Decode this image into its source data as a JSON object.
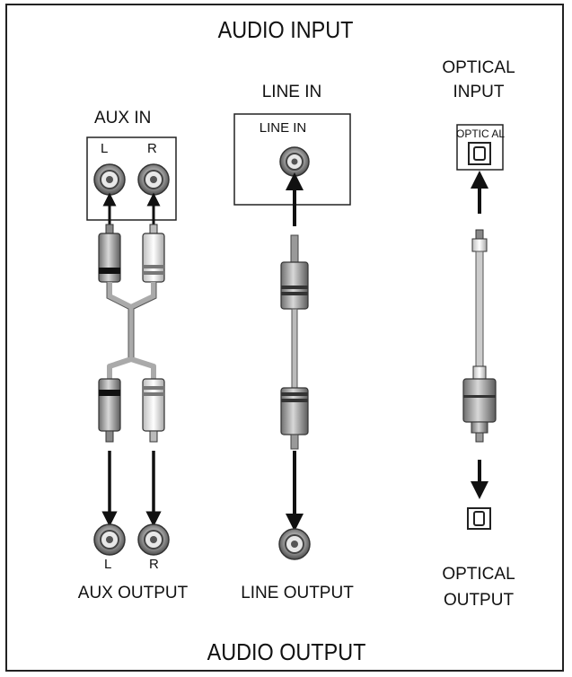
{
  "title_top": "AUDIO INPUT",
  "title_bottom": "AUDIO OUTPUT",
  "aux": {
    "in_label": "AUX IN",
    "left": "L",
    "right": "R",
    "out_left": "L",
    "out_right": "R",
    "output_label": "AUX OUTPUT"
  },
  "line": {
    "in_label": "LINE IN",
    "box_label": "LINE IN",
    "output_label": "LINE OUTPUT"
  },
  "optical": {
    "input_line1": "OPTICAL",
    "input_line2": "INPUT",
    "port_label": "OPTIC AL",
    "output_line1": "OPTICAL",
    "output_line2": "OUTPUT"
  }
}
